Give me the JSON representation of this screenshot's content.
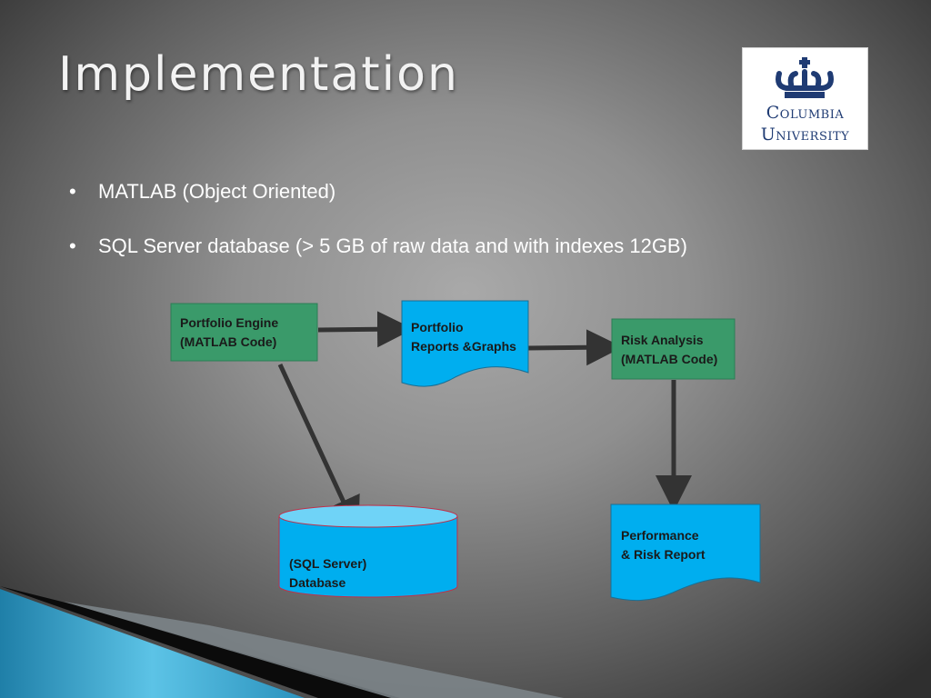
{
  "slide": {
    "title": "Implementation",
    "logo": {
      "line1": "Columbia",
      "line2": "University"
    }
  },
  "bullets": [
    {
      "text": "MATLAB (Object Oriented)"
    },
    {
      "text": "SQL Server database (> 5 GB of raw data and with indexes 12GB)"
    }
  ],
  "diagram": {
    "nodes": {
      "portfolio_engine": {
        "line1": "Portfolio Engine",
        "line2": "(MATLAB Code)",
        "shape": "process",
        "color": "#3a9a6a"
      },
      "portfolio_reports": {
        "line1": "Portfolio",
        "line2": "Reports &Graphs",
        "shape": "document",
        "color": "#00aeef"
      },
      "risk_analysis": {
        "line1": "Risk Analysis",
        "line2": "(MATLAB Code)",
        "shape": "process",
        "color": "#3a9a6a"
      },
      "database": {
        "line1": "(SQL Server)",
        "line2": "Database",
        "shape": "cylinder",
        "color": "#00aeef"
      },
      "performance_report": {
        "line1": "Performance",
        "line2": "& Risk Report",
        "shape": "document",
        "color": "#00aeef"
      }
    },
    "edges": [
      {
        "from": "portfolio_engine",
        "to": "portfolio_reports"
      },
      {
        "from": "portfolio_reports",
        "to": "risk_analysis"
      },
      {
        "from": "portfolio_engine",
        "to": "database"
      },
      {
        "from": "risk_analysis",
        "to": "performance_report"
      }
    ]
  },
  "colors": {
    "title": "#f2f2f2",
    "bullet_text": "#ffffff",
    "logo_blue": "#1f3b73",
    "arrow": "#333333",
    "accent_band": "#3aa7cf"
  }
}
